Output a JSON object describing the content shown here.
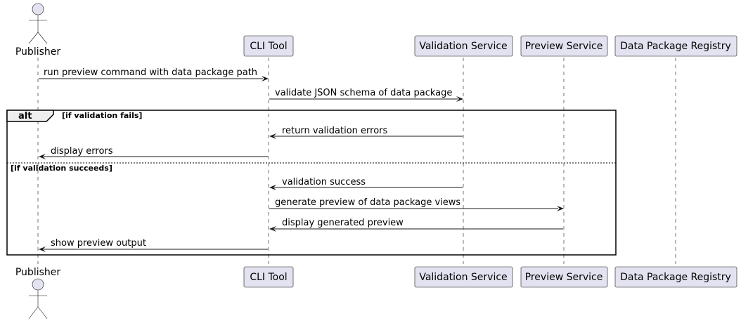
{
  "colors": {
    "participant_fill": "#E2E2F0",
    "line": "#181818",
    "background": "#ffffff"
  },
  "participants": [
    {
      "label": "Publisher",
      "type": "actor"
    },
    {
      "label": "CLI Tool",
      "type": "participant"
    },
    {
      "label": "Validation Service",
      "type": "participant"
    },
    {
      "label": "Preview Service",
      "type": "participant"
    },
    {
      "label": "Data Package Registry",
      "type": "participant"
    }
  ],
  "messages": [
    {
      "from": 0,
      "to": 1,
      "label": "run preview command with data package path"
    },
    {
      "from": 1,
      "to": 2,
      "label": "validate JSON schema of data package"
    },
    {
      "from": 2,
      "to": 1,
      "label": "return validation errors"
    },
    {
      "from": 1,
      "to": 0,
      "label": "display errors"
    },
    {
      "from": 2,
      "to": 1,
      "label": "validation success"
    },
    {
      "from": 1,
      "to": 3,
      "label": "generate preview of data package views"
    },
    {
      "from": 3,
      "to": 1,
      "label": "display generated preview"
    },
    {
      "from": 1,
      "to": 0,
      "label": "show preview output"
    }
  ],
  "fragment": {
    "type": "alt",
    "guard1": "[if validation fails]",
    "guard2": "[if validation succeeds]"
  }
}
